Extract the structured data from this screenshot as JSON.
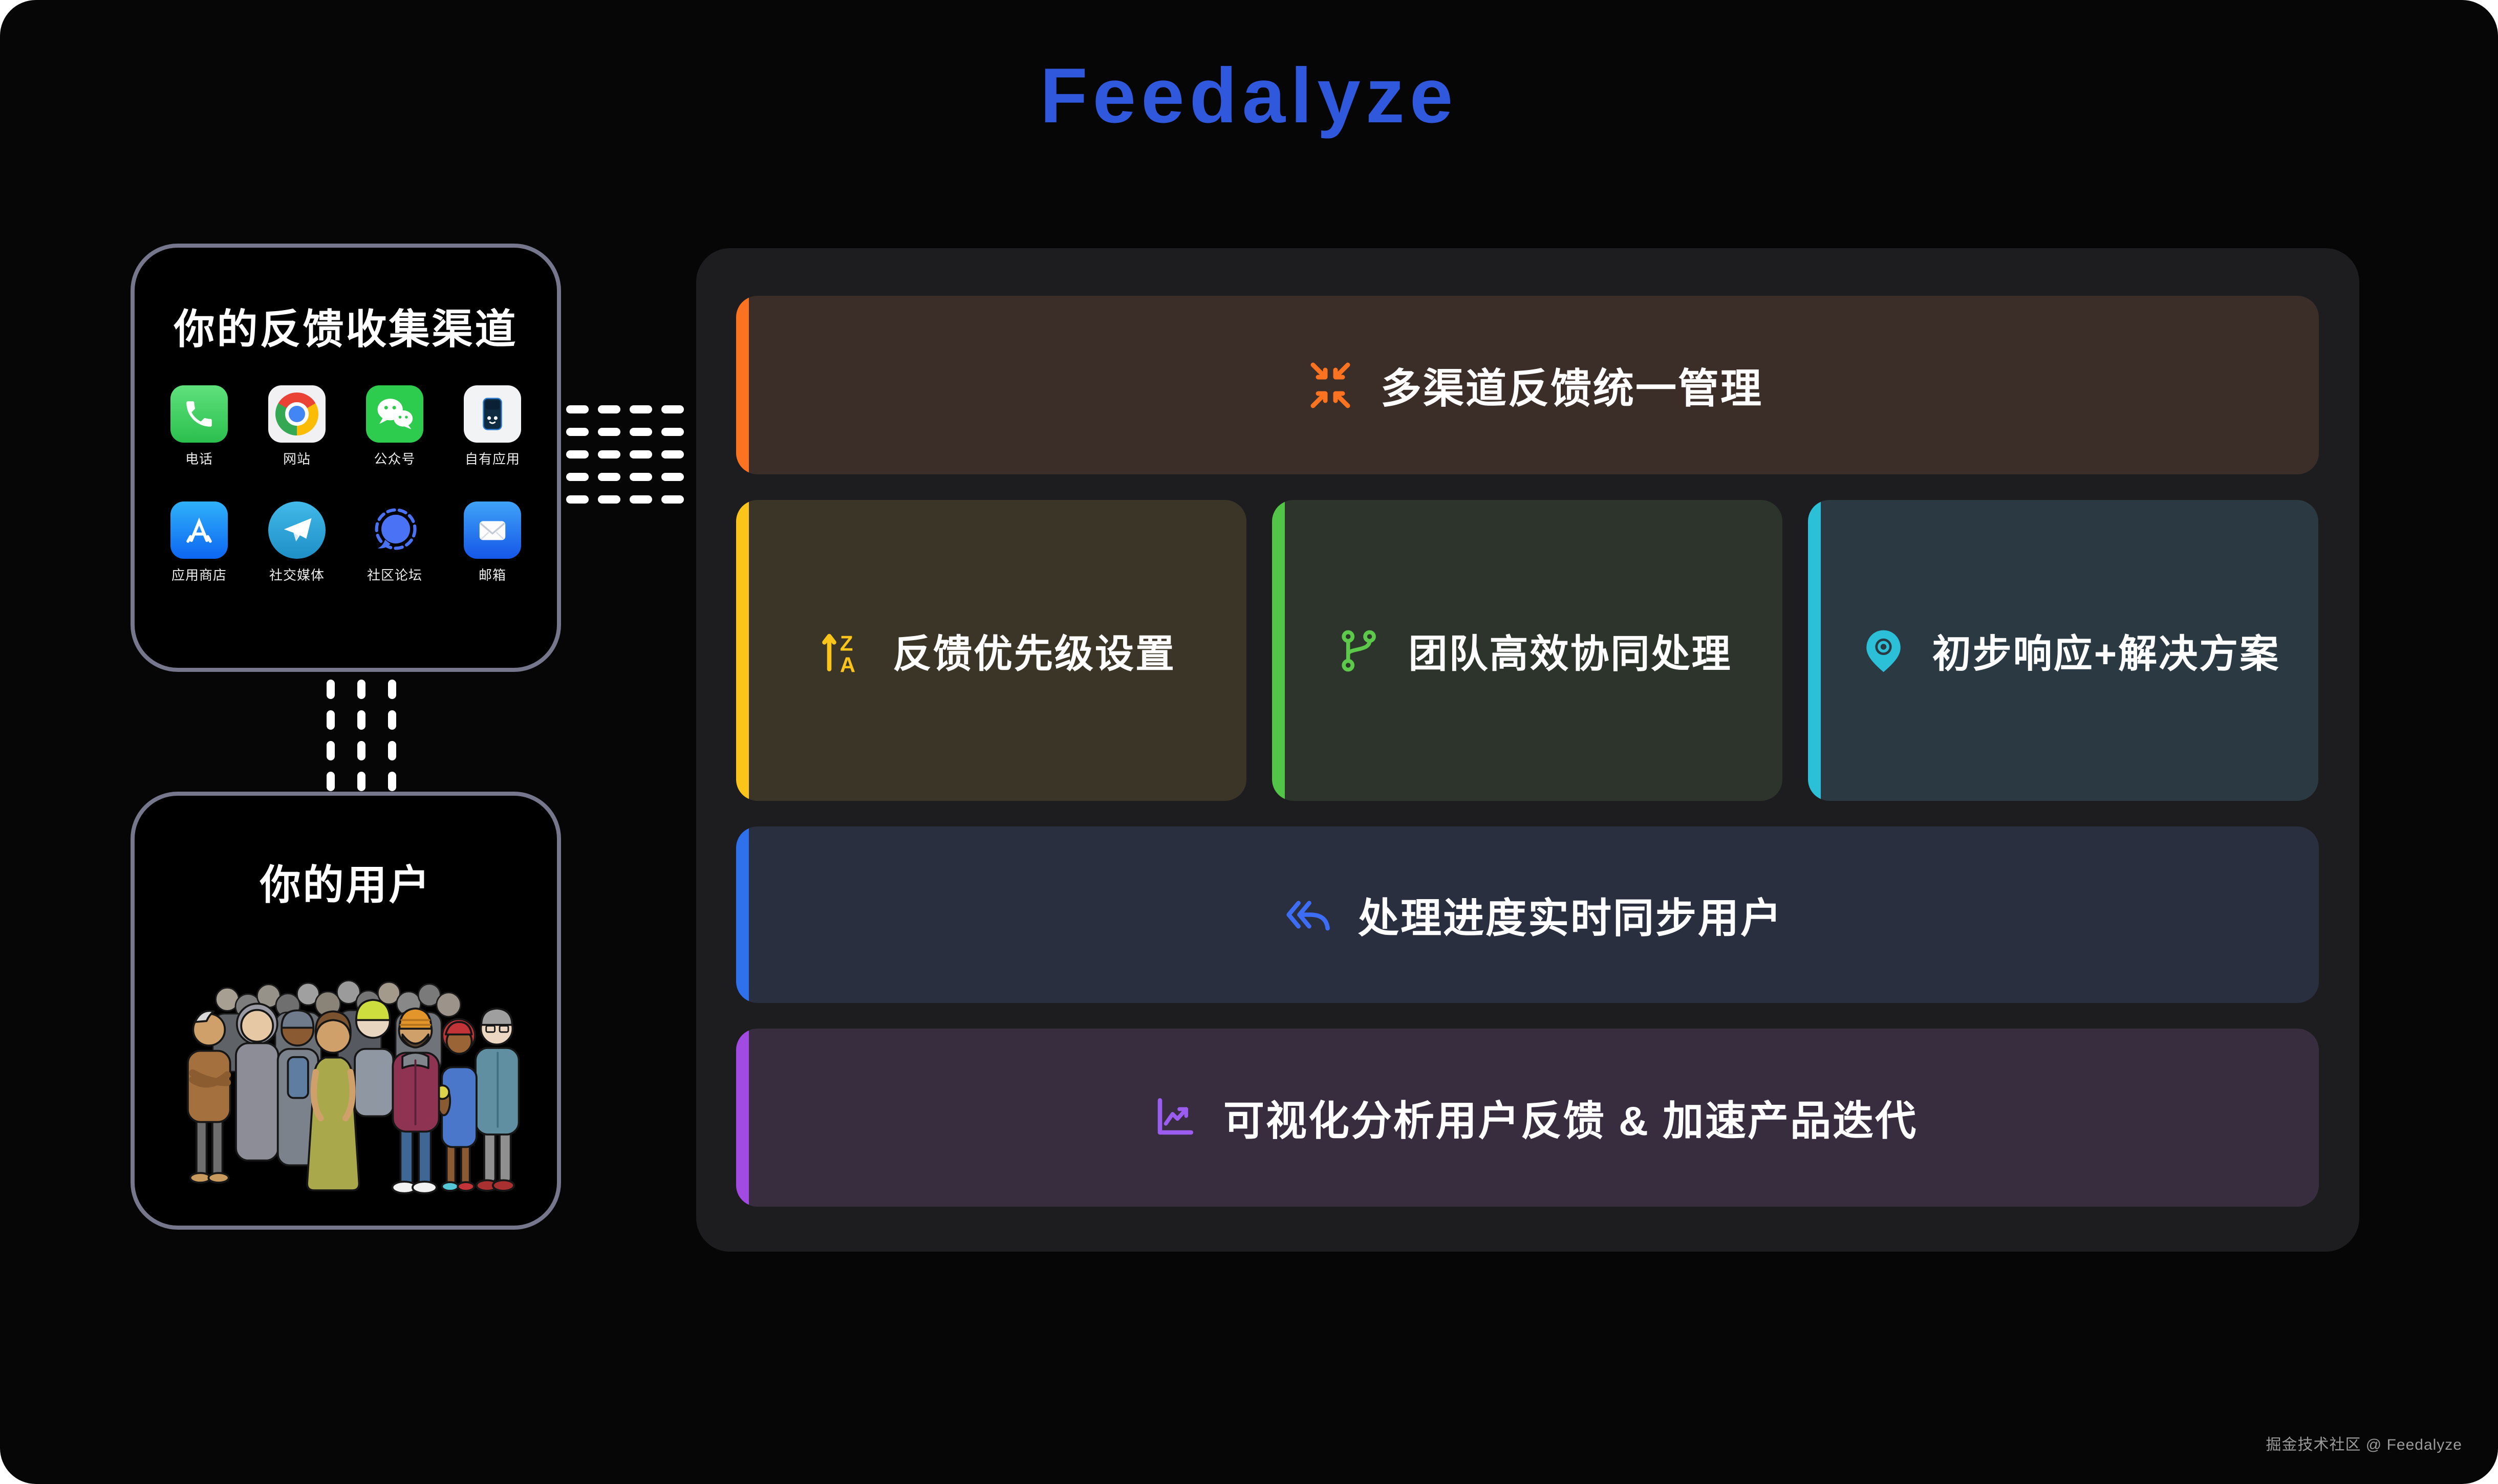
{
  "logo": {
    "text": "Feedalyze",
    "color": "#2f58dc"
  },
  "channels_box": {
    "title": "你的反馈收集渠道",
    "apps": [
      {
        "label": "电话",
        "icon": "phone-icon"
      },
      {
        "label": "网站",
        "icon": "chrome-icon"
      },
      {
        "label": "公众号",
        "icon": "wechat-icon"
      },
      {
        "label": "自有应用",
        "icon": "own-app-icon"
      },
      {
        "label": "应用商店",
        "icon": "app-store-icon"
      },
      {
        "label": "社交媒体",
        "icon": "telegram-icon"
      },
      {
        "label": "社区论坛",
        "icon": "forum-icon"
      },
      {
        "label": "邮箱",
        "icon": "mail-icon"
      }
    ]
  },
  "users_box": {
    "title": "你的用户"
  },
  "features": [
    {
      "label": "多渠道反馈统一管理",
      "accent": "#fb7321",
      "bg": "#3b2d28",
      "icon_color": "#fb7321",
      "icon": "collapse-arrows-icon"
    },
    {
      "label": "反馈优先级设置",
      "accent": "#fbc41a",
      "bg": "#3a3527",
      "icon_color": "#fbc41a",
      "icon": "sort-ascending-icon"
    },
    {
      "label": "团队高效协同处理",
      "accent": "#52c447",
      "bg": "#2d342c",
      "icon_color": "#5cc94a",
      "icon": "git-branch-icon"
    },
    {
      "label": "初步响应+解决方案",
      "accent": "#2bc0d8",
      "bg": "#2b3942",
      "icon_color": "#2bc0d8",
      "icon": "location-pin-icon"
    },
    {
      "label": "处理进度实时同步用户",
      "accent": "#2e71ea",
      "bg": "#2a2f3f",
      "icon_color": "#3e6df5",
      "icon": "reply-all-icon"
    },
    {
      "label": "可视化分析用户反馈 & 加速产品迭代",
      "accent": "#a14be2",
      "bg": "#382d3f",
      "icon_color": "#9b5cf0",
      "icon": "chart-line-icon"
    }
  ],
  "footer": {
    "credit": "掘金技术社区 @ Feedalyze"
  },
  "colors": {
    "canvas_bg": "#060606",
    "panel_bg": "#1d1d20",
    "box_border": "#76768c"
  }
}
